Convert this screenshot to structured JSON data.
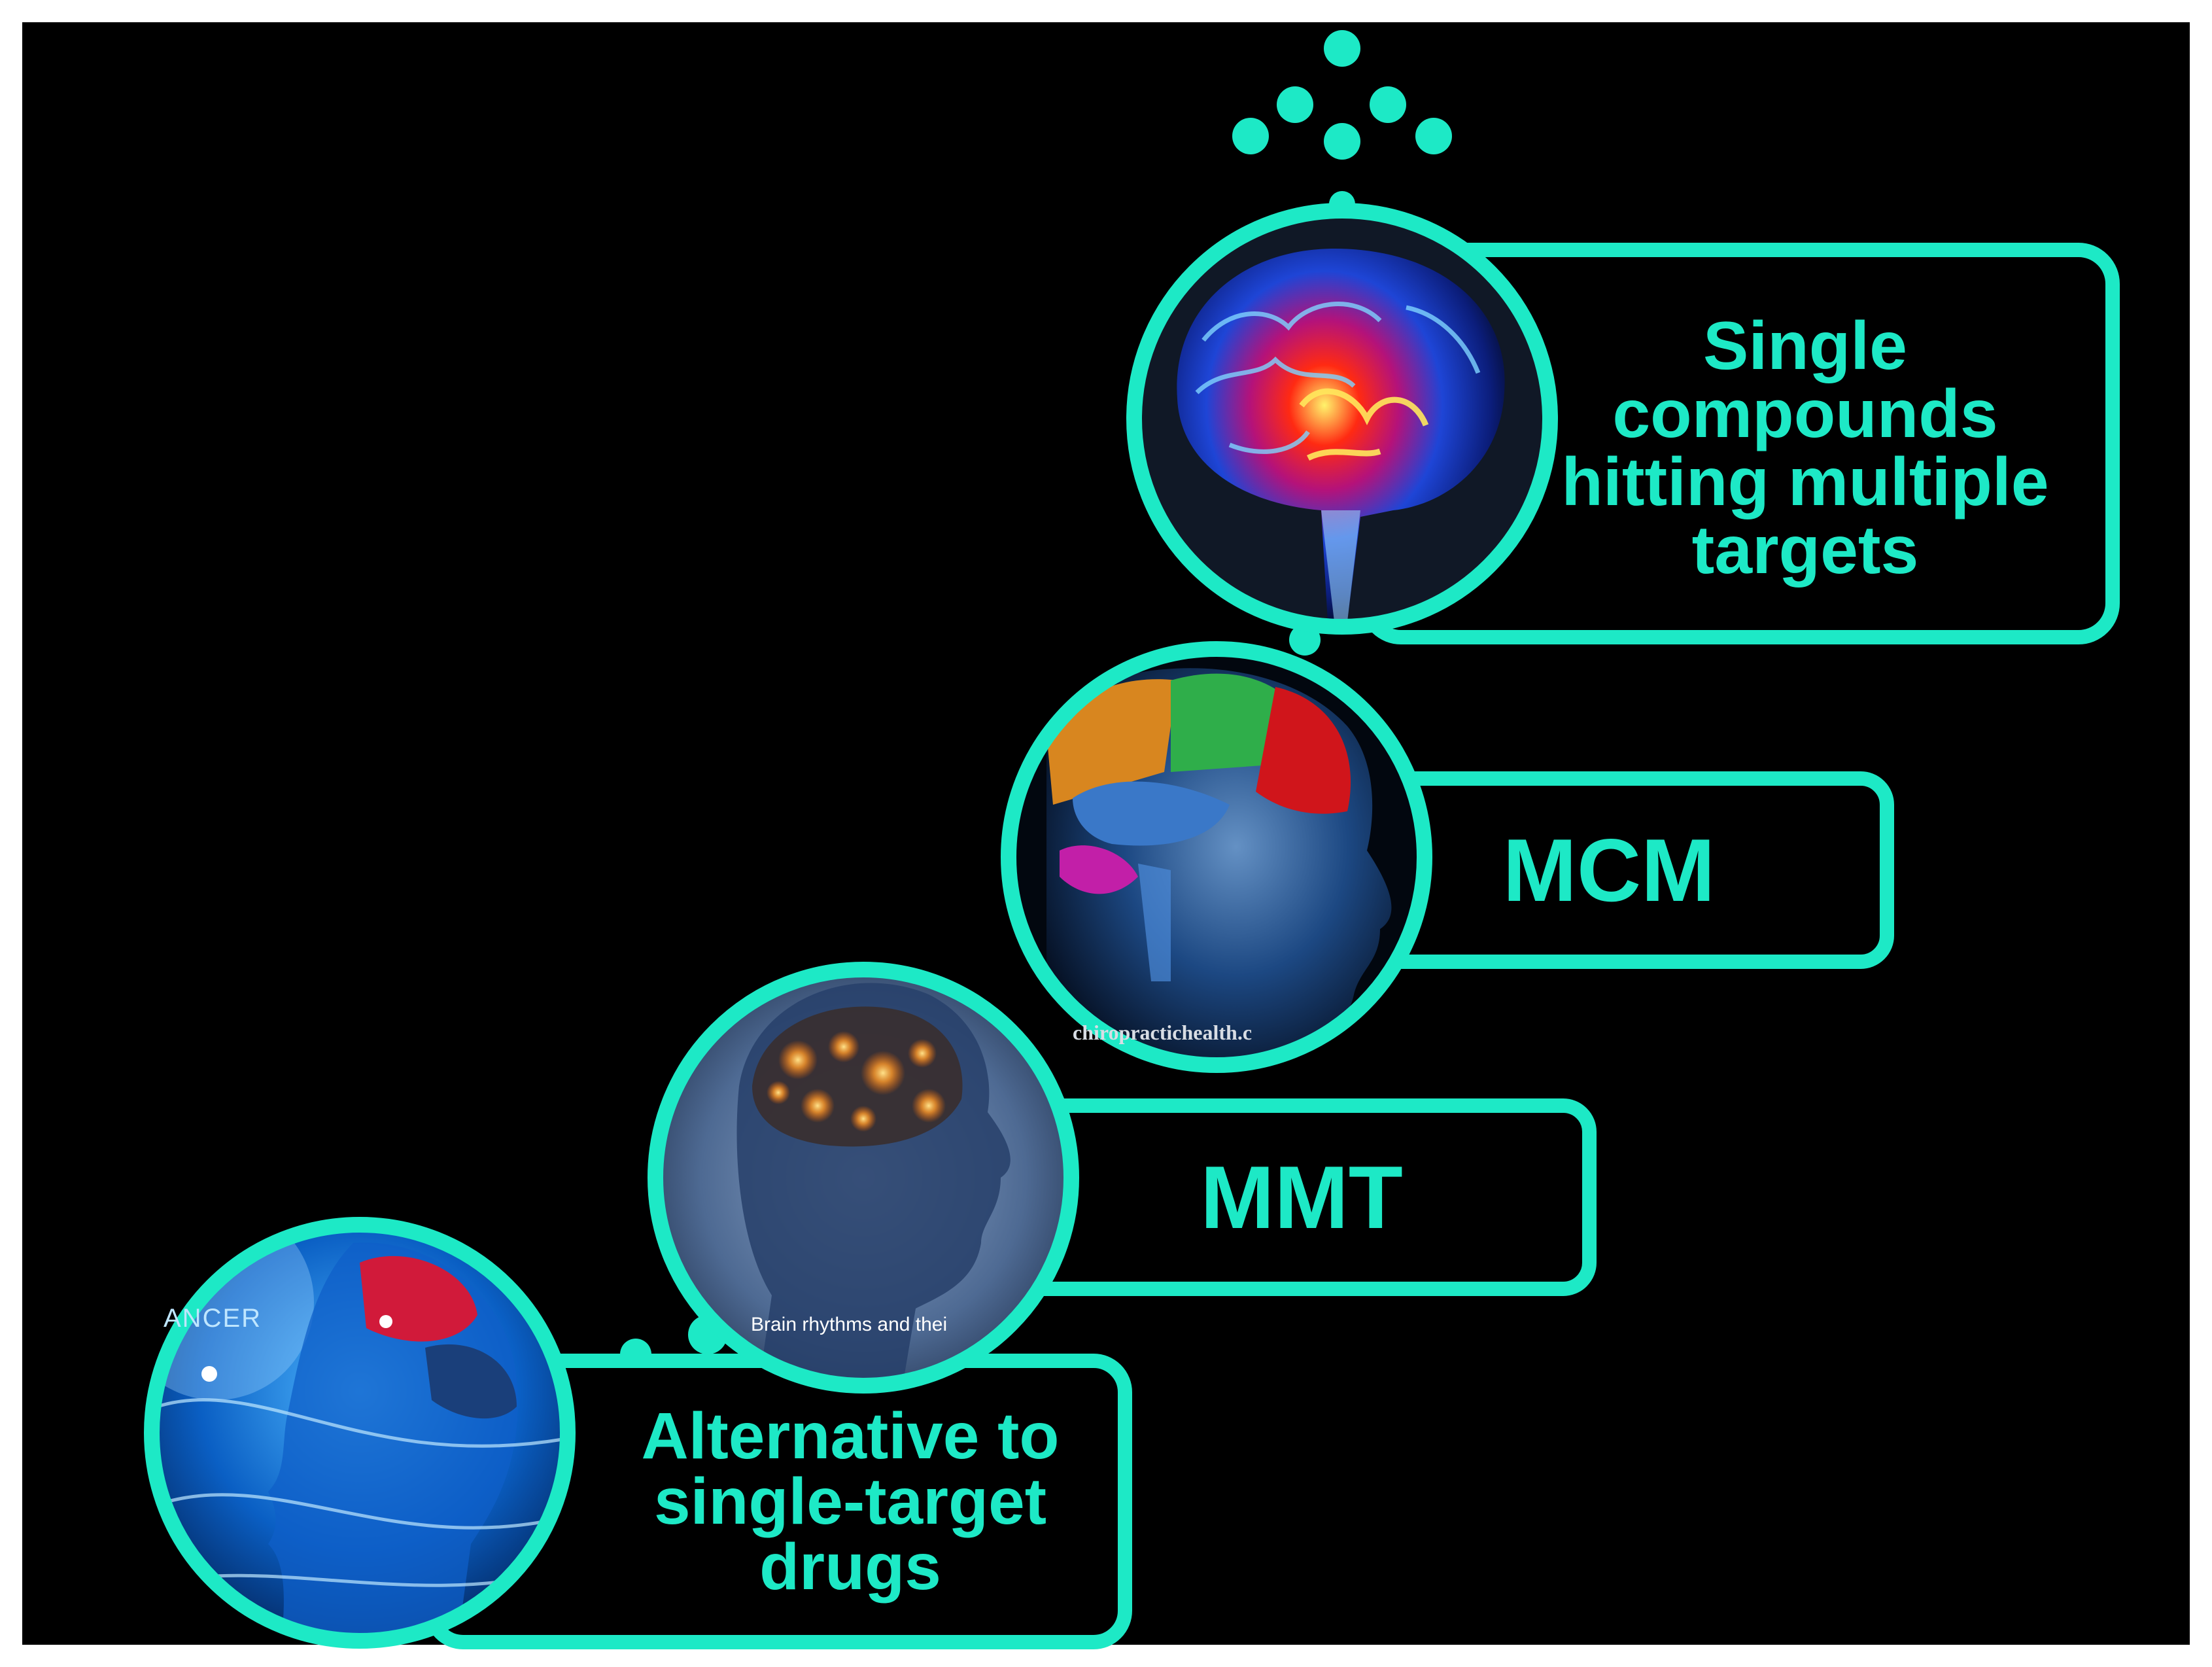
{
  "colors": {
    "background": "#000000",
    "accent": "#1de9c6",
    "accent_dark": "#0d9e88"
  },
  "steps": [
    {
      "label": "Single\ncompounds\nhitting multiple\ntargets",
      "image_icon": "brain-colored-glowing-icon"
    },
    {
      "label": "MCM",
      "image_icon": "head-brain-colored-lobes-icon",
      "image_caption": "chiropractichealth.c"
    },
    {
      "label": "MMT",
      "image_icon": "head-brain-neurons-icon",
      "image_caption": "Brain rhythms and thei"
    },
    {
      "label": "Alternative to\nsingle-target\ndrugs",
      "image_icon": "head-brain-blue-icon",
      "image_caption": "ANCER"
    }
  ]
}
